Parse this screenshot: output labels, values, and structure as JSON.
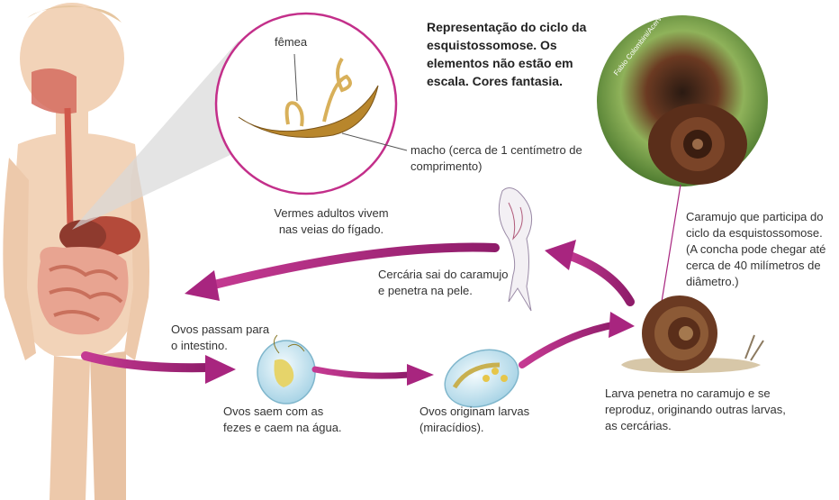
{
  "title": "Representação do ciclo da esquistossomose. Os elementos não estão em escala. Cores fantasia.",
  "photo_credit": "Fabio Colombini/Acervo do fotógrafo",
  "labels": {
    "female": "fêmea",
    "male": "macho (cerca de 1 centímetro de comprimento)",
    "adult_worms": "Vermes adultos vivem nas veias do fígado.",
    "eggs_intestine": "Ovos passam para o intestino.",
    "eggs_out": "Ovos saem com as fezes e caem na água.",
    "eggs_larvae": "Ovos originam larvas (miracídios).",
    "larva_snail": "Larva penetra no caramujo e se reproduz, originando outras larvas, as cercárias.",
    "cercaria": "Cercária sai do caramujo e penetra na pele.",
    "snail_photo": "Caramujo que participa do ciclo da esquistossomose. (A concha pode chegar até cerca de 40 milímetros de diâmetro.)"
  },
  "colors": {
    "arrow": "#a8257f",
    "skin": "#f2d3b8",
    "organ": "#c8574a",
    "intestine": "#e79a86",
    "worm": "#b8862c",
    "snail_shell": "#6b3a22",
    "egg": "#cfe9f2",
    "leaf": "#5f9a3a"
  }
}
